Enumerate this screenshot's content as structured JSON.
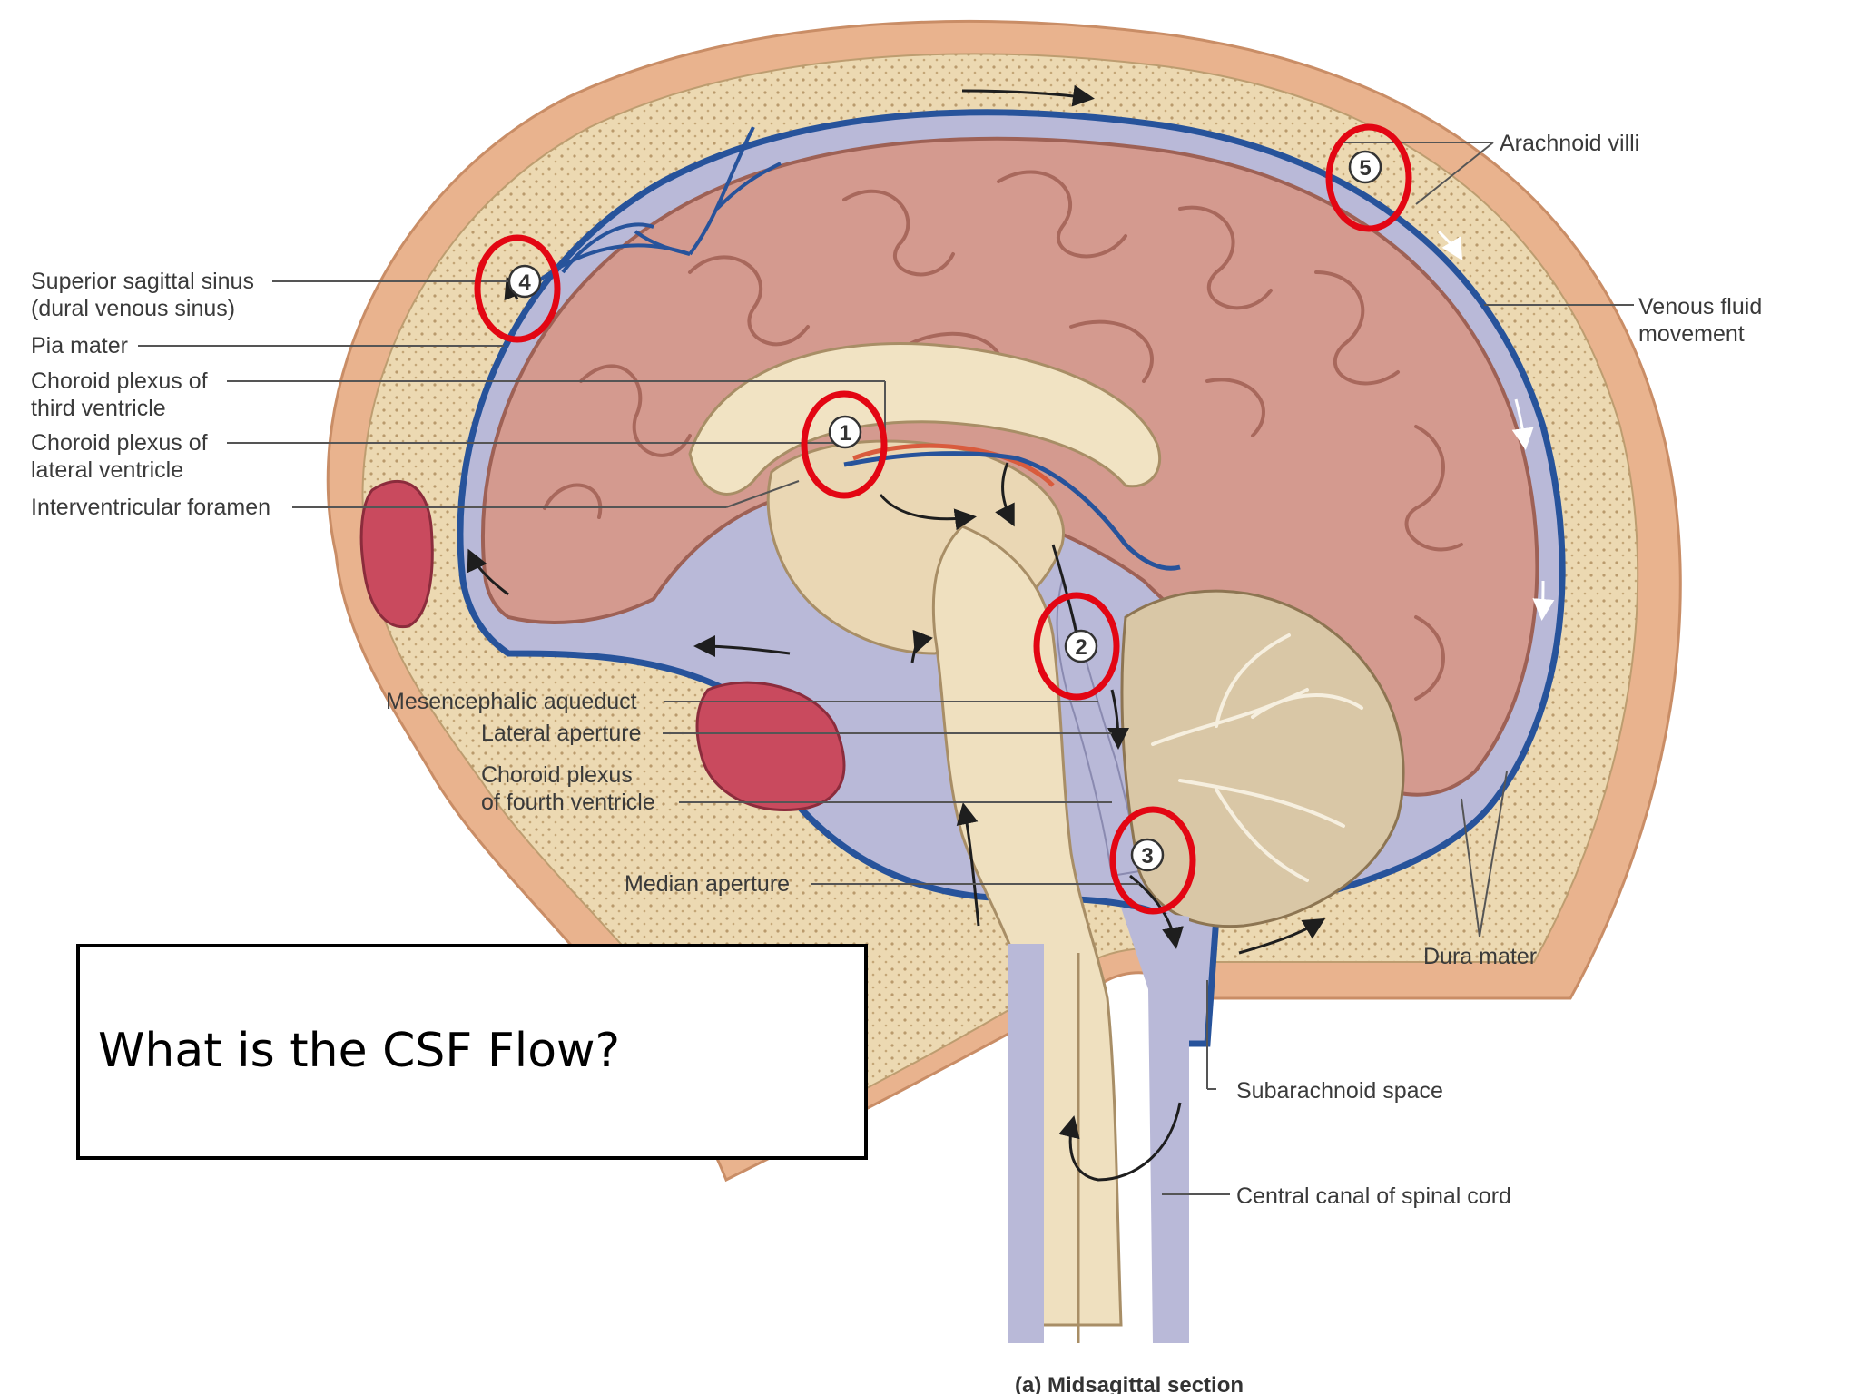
{
  "colors": {
    "highlight_ring": "#e30613",
    "venous_blue": "#27539b",
    "csf_lavender": "#b9b9d8",
    "brain_pink": "#d49a8f",
    "scalp_tan": "#e9b38e",
    "bone": "#e9d5ad"
  },
  "labels": {
    "superior_sagittal_sinus": "Superior sagittal sinus",
    "dural_venous_sinus": "(dural venous sinus)",
    "pia_mater": "Pia mater",
    "choroid_plexus_third_1": "Choroid plexus of",
    "choroid_plexus_third_2": "third ventricle",
    "choroid_plexus_lateral_1": "Choroid plexus of",
    "choroid_plexus_lateral_2": "lateral ventricle",
    "interventricular_foramen": "Interventricular foramen",
    "mesencephalic_aqueduct": "Mesencephalic aqueduct",
    "lateral_aperture": "Lateral aperture",
    "choroid_plexus_fourth_1": "Choroid plexus",
    "choroid_plexus_fourth_2": "of fourth ventricle",
    "median_aperture": "Median aperture",
    "arachnoid_villi": "Arachnoid villi",
    "venous_fluid_1": "Venous fluid",
    "venous_fluid_2": "movement",
    "dura_mater": "Dura mater",
    "subarachnoid_space": "Subarachnoid space",
    "central_canal": "Central canal of spinal cord",
    "caption": "(a) Midsagittal section"
  },
  "markers": [
    "1",
    "2",
    "3",
    "4",
    "5"
  ],
  "question": "What is the CSF Flow?"
}
